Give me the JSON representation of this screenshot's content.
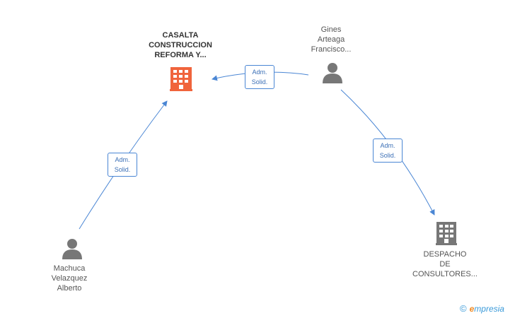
{
  "nodes": {
    "casalta": {
      "lines": [
        "CASALTA",
        "CONSTRUCCION",
        "REFORMA Y..."
      ],
      "color": "#f0643c"
    },
    "gines": {
      "lines": [
        "Gines",
        "Arteaga",
        "Francisco..."
      ]
    },
    "machuca": {
      "lines": [
        "Machuca",
        "Velazquez",
        "Alberto"
      ]
    },
    "despacho": {
      "lines": [
        "DESPACHO",
        "DE",
        "CONSULTORES..."
      ],
      "color": "#777777"
    }
  },
  "edges": [
    {
      "lines": [
        "Adm.",
        "Solid."
      ]
    },
    {
      "lines": [
        "Adm.",
        "Solid."
      ]
    },
    {
      "lines": [
        "Adm.",
        "Solid."
      ]
    }
  ],
  "colors": {
    "edge": "#4a86d4",
    "person": "#777777"
  },
  "brand": {
    "copyright": "©",
    "e": "e",
    "rest": "mpresia"
  }
}
